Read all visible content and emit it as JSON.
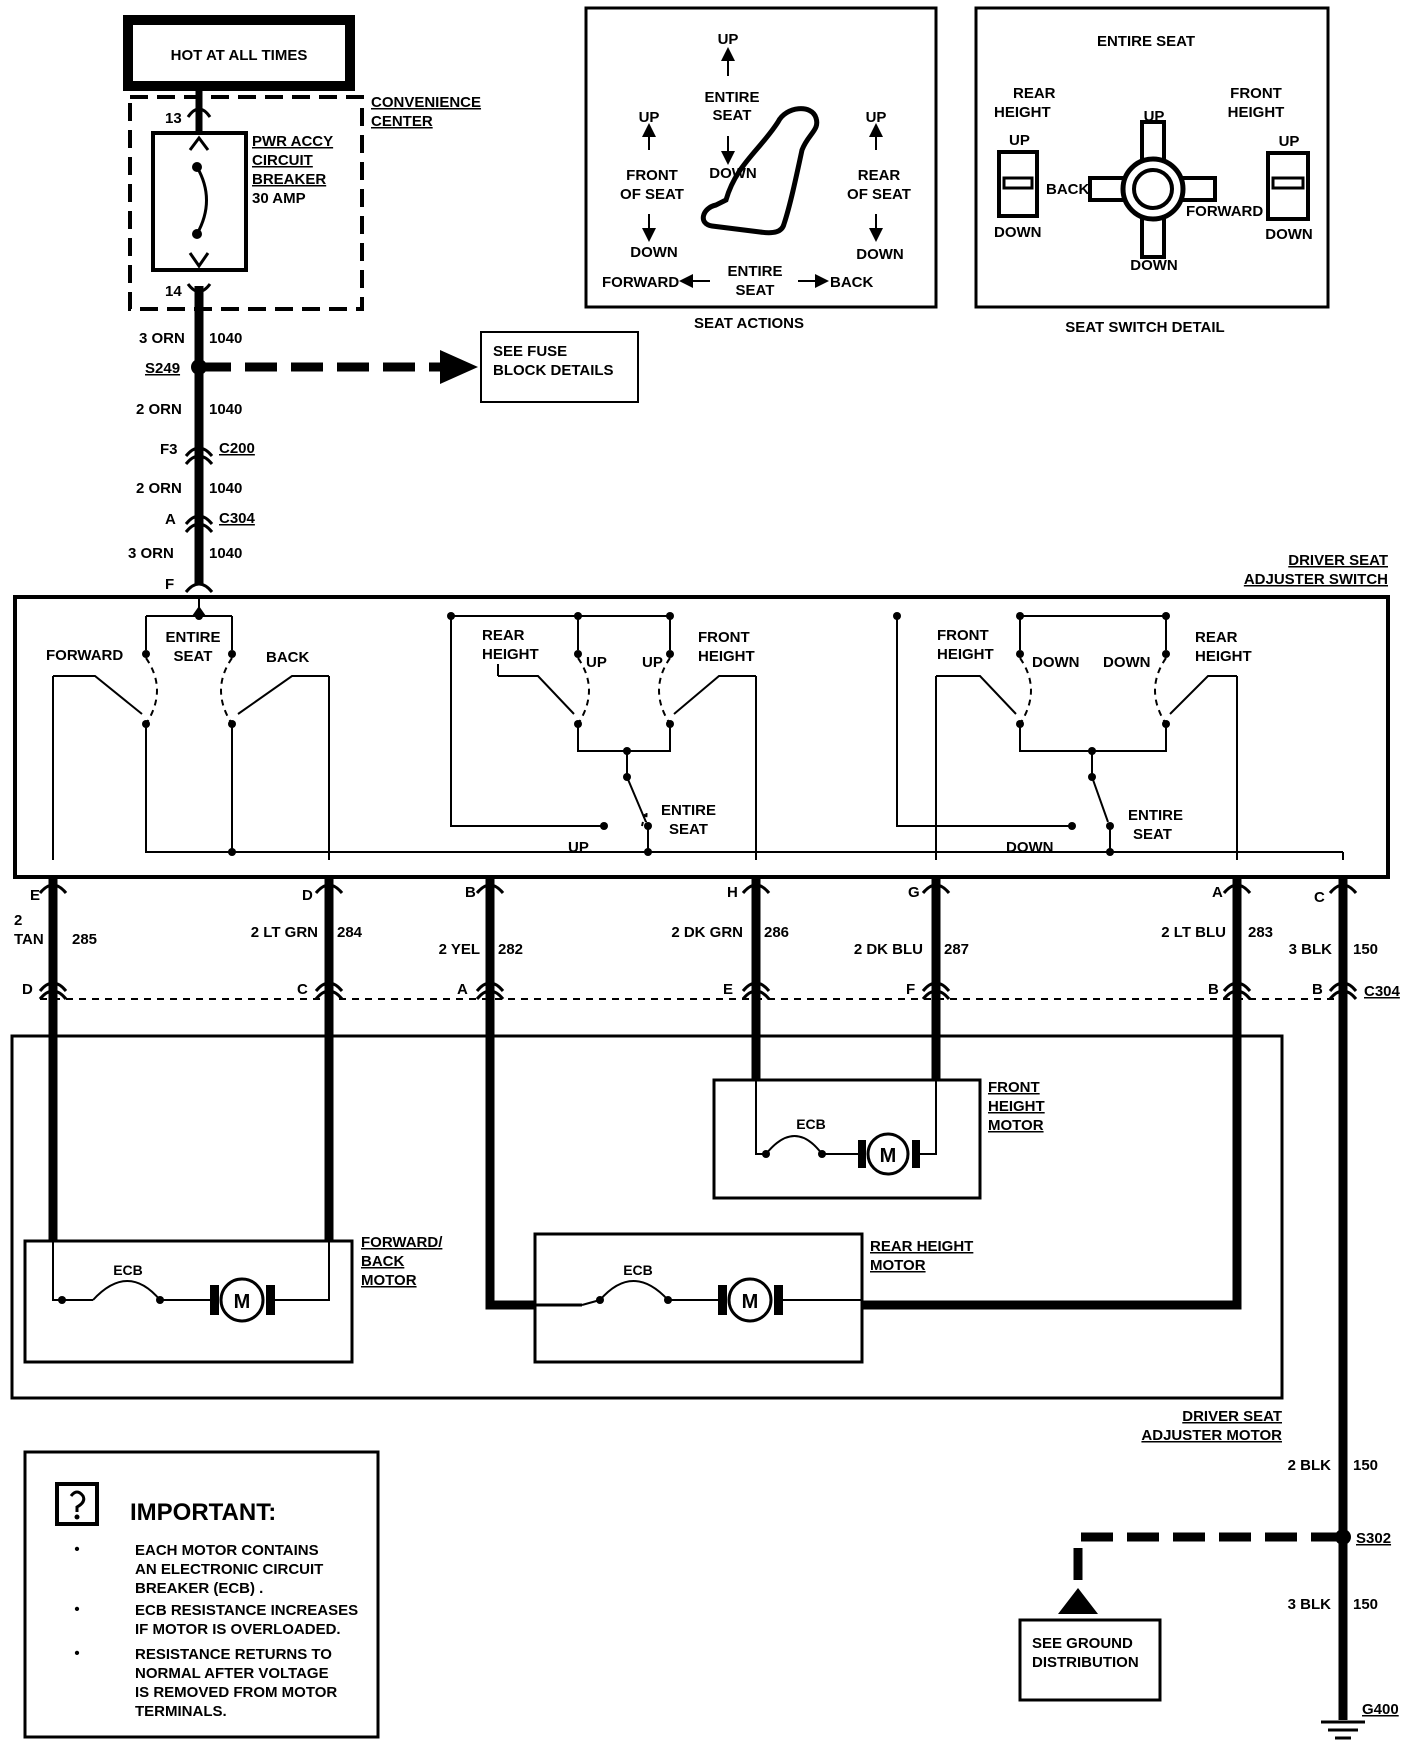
{
  "source": {
    "label": "HOT AT ALL TIMES"
  },
  "convenience_center": {
    "title_1": "CONVENIENCE",
    "title_2": "CENTER",
    "pin_top": "13",
    "pin_bottom": "14",
    "breaker_1": "PWR ACCY",
    "breaker_2": "CIRCUIT",
    "breaker_3": "BREAKER",
    "breaker_4": "30 AMP"
  },
  "feed": {
    "w1_gauge": "3 ORN",
    "w1_circuit": "1040",
    "splice": "S249",
    "fuse_ref_1": "SEE FUSE",
    "fuse_ref_2": "BLOCK DETAILS",
    "w2_gauge": "2 ORN",
    "w2_circuit": "1040",
    "c200_pin": "F3",
    "c200": "C200",
    "w3_gauge": "2 ORN",
    "w3_circuit": "1040",
    "c304_pin": "A",
    "c304": "C304",
    "w4_gauge": "3  ORN",
    "w4_circuit": "1040",
    "switch_pin": "F"
  },
  "seat_actions": {
    "caption": "SEAT ACTIONS",
    "up": "UP",
    "entire_seat_1": "ENTIRE",
    "entire_seat_2": "SEAT",
    "down": "DOWN",
    "left_up": "UP",
    "front_of_seat_1": "FRONT",
    "front_of_seat_2": "OF SEAT",
    "left_down": "DOWN",
    "right_up": "UP",
    "rear_of_seat_1": "REAR",
    "rear_of_seat_2": "OF SEAT",
    "right_down": "DOWN",
    "forward": "FORWARD",
    "bottom_entire_1": "ENTIRE",
    "bottom_entire_2": "SEAT",
    "back": "BACK"
  },
  "seat_switch_detail": {
    "caption": "SEAT  SWITCH  DETAIL",
    "title": "ENTIRE  SEAT",
    "rear_height_1": "REAR",
    "rear_height_2": "HEIGHT",
    "rear_up": "UP",
    "rear_down": "DOWN",
    "front_height_1": "FRONT",
    "front_height_2": "HEIGHT",
    "front_up": "UP",
    "front_down": "DOWN",
    "center_up": "UP",
    "center_back": "BACK",
    "center_forward": "FORWARD",
    "center_down": "DOWN"
  },
  "adjuster_switch": {
    "title_1": "DRIVER SEAT",
    "title_2": "ADJUSTER  SWITCH",
    "forward": "FORWARD",
    "entire_1": "ENTIRE",
    "entire_2": "SEAT",
    "back": "BACK",
    "rear_height_1": "REAR",
    "rear_height_2": "HEIGHT",
    "up_1": "UP",
    "up_2": "UP",
    "front_height_1": "FRONT",
    "front_height_2": "HEIGHT",
    "mid_entire_1": "ENTIRE",
    "mid_entire_2": "SEAT",
    "mid_up": "UP",
    "r_front_height_1": "FRONT",
    "r_front_height_2": "HEIGHT",
    "down_1": "DOWN",
    "down_2": "DOWN",
    "r_rear_height_1": "REAR",
    "r_rear_height_2": "HEIGHT",
    "r_entire_1": "ENTIRE",
    "r_entire_2": "SEAT",
    "r_down": "DOWN"
  },
  "harness": {
    "wires": [
      {
        "pin": "E",
        "gauge": "2",
        "color": "TAN",
        "circuit": "285",
        "c304_pin": "D"
      },
      {
        "pin": "D",
        "gauge": "2 LT GRN",
        "circuit": "284",
        "c304_pin": "C"
      },
      {
        "pin": "B",
        "gauge": "2 YEL",
        "circuit": "282",
        "c304_pin": "A"
      },
      {
        "pin": "H",
        "gauge": "2 DK GRN",
        "circuit": "286",
        "c304_pin": "E"
      },
      {
        "pin": "G",
        "gauge": "2 DK BLU",
        "circuit": "287",
        "c304_pin": "F"
      },
      {
        "pin": "A",
        "gauge": "2 LT BLU",
        "circuit": "283",
        "c304_pin": "B"
      },
      {
        "pin": "C",
        "gauge": "3 BLK",
        "circuit": "150",
        "c304_pin": "B"
      }
    ],
    "c304": "C304"
  },
  "motors": {
    "front_height_1": "FRONT",
    "front_height_2": "HEIGHT",
    "front_height_3": "MOTOR",
    "fwd_back_1": "FORWARD/",
    "fwd_back_2": "BACK",
    "fwd_back_3": "MOTOR",
    "rear_height_1": "REAR HEIGHT",
    "rear_height_2": "MOTOR",
    "ecb": "ECB",
    "motor": "M",
    "assembly_1": "DRIVER  SEAT",
    "assembly_2": "ADJUSTER  MOTOR"
  },
  "ground": {
    "w1_gauge": "2 BLK",
    "w1_circuit": "150",
    "splice": "S302",
    "ref_1": "SEE GROUND",
    "ref_2": "DISTRIBUTION",
    "w2_gauge": "3 BLK",
    "w2_circuit": "150",
    "ground": "G400"
  },
  "important": {
    "icon": "question-icon",
    "title": "IMPORTANT:",
    "b1_1": "EACH MOTOR CONTAINS",
    "b1_2": "AN ELECTRONIC CIRCUIT",
    "b1_3": "BREAKER (ECB) .",
    "b2_1": "ECB RESISTANCE INCREASES",
    "b2_2": "IF MOTOR IS OVERLOADED.",
    "b3_1": "RESISTANCE RETURNS TO",
    "b3_2": "NORMAL AFTER VOLTAGE",
    "b3_3": "IS REMOVED FROM MOTOR",
    "b3_4": "TERMINALS."
  }
}
